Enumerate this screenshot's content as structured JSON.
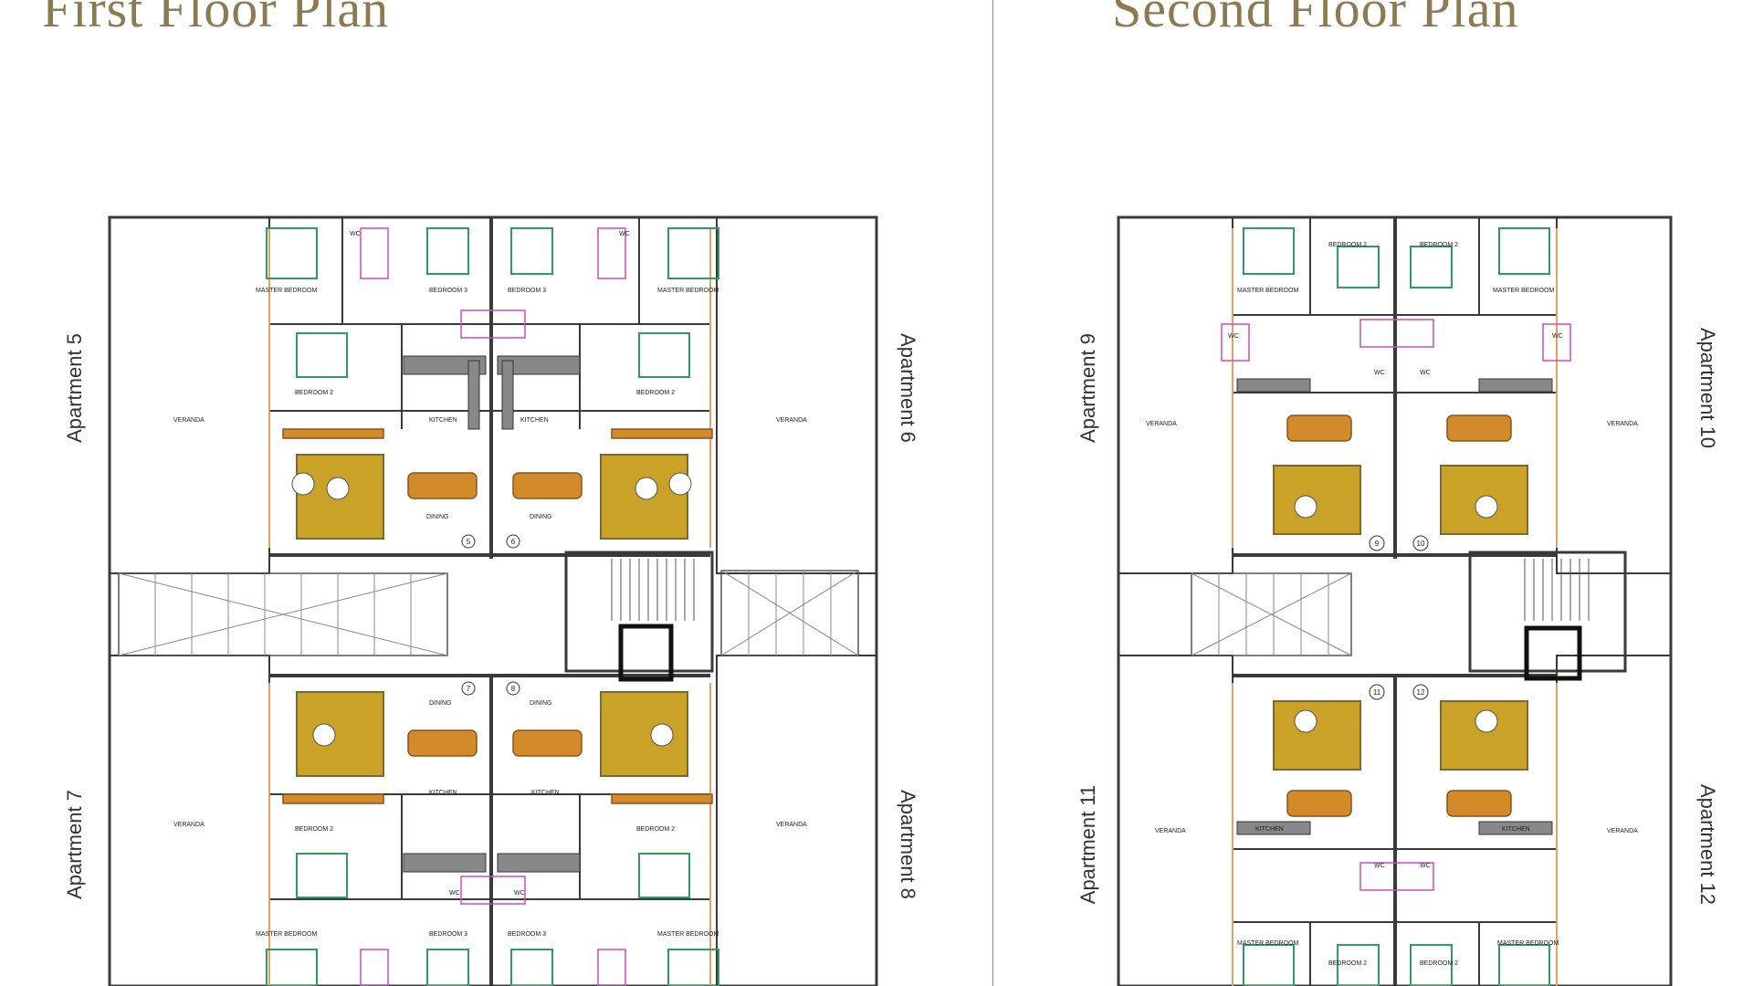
{
  "page": {
    "titles": {
      "first": "First Floor Plan",
      "second": "Second Floor Plan"
    }
  },
  "first_floor": {
    "apartments": [
      "Apartment 5",
      "Apartment 6",
      "Apartment 7",
      "Apartment 8"
    ],
    "rooms": {
      "master": "MASTER BEDROOM",
      "bed2": "BEDROOM 2",
      "bed3": "BEDROOM 3",
      "kitchen": "KITCHEN",
      "dining": "DINING",
      "veranda": "VERANDA",
      "wc": "WC"
    },
    "unit_numbers": [
      "5",
      "6",
      "7",
      "8"
    ]
  },
  "second_floor": {
    "apartments": [
      "Apartment 9",
      "Apartment 10",
      "Apartment 11",
      "Apartment 12"
    ],
    "rooms": {
      "master": "MASTER BEDROOM",
      "bed2": "BEDROOM 2",
      "kitchen": "KITCHEN",
      "veranda": "VERANDA",
      "wc": "WC"
    },
    "unit_numbers": [
      "9",
      "10",
      "11",
      "12"
    ]
  },
  "colors": {
    "title": "#8b7a52",
    "wall": "#3a3a3a",
    "furniture": "#2e9d62",
    "wood": "#d38a2a",
    "rug": "#c9a227",
    "sanitary": "#d04ac0"
  }
}
